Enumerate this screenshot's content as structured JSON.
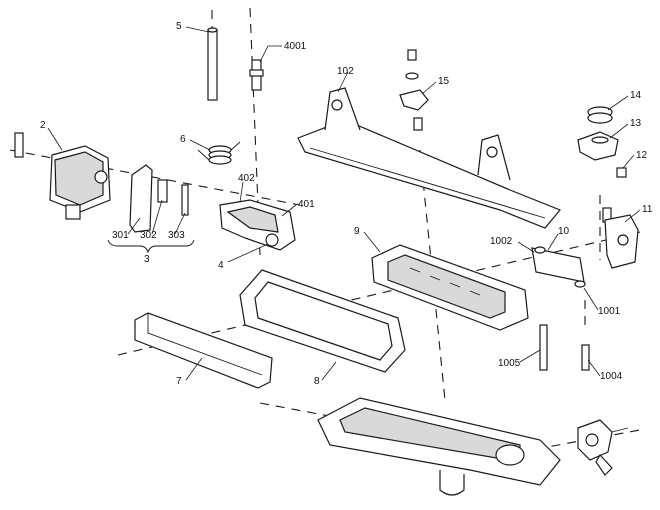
{
  "labels": {
    "p5": "5",
    "p4001": "4001",
    "p102": "102",
    "p15": "15",
    "p14": "14",
    "p13": "13",
    "p12": "12",
    "p11": "11",
    "p2": "2",
    "p6": "6",
    "p402": "402",
    "p401": "401",
    "p4": "4",
    "p301": "301",
    "p302": "302",
    "p303": "303",
    "p3": "3",
    "p9": "9",
    "p10": "10",
    "p1002": "1002",
    "p1001": "1001",
    "p1005": "1005",
    "p1004": "1004",
    "p7": "7",
    "p8": "8"
  }
}
